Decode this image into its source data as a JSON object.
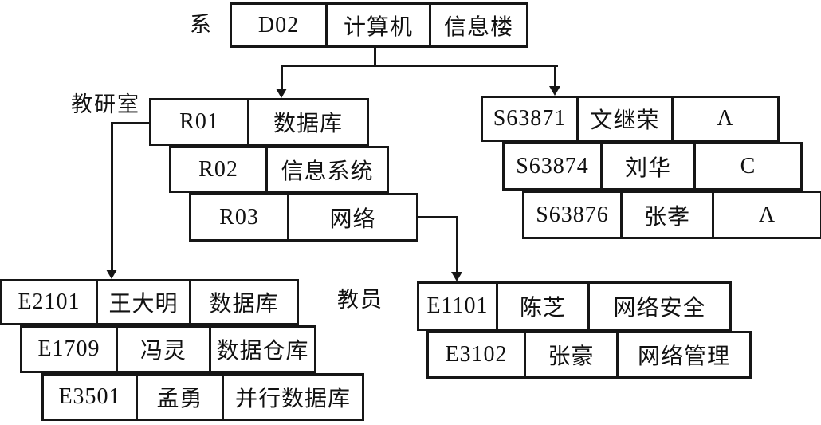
{
  "labels": {
    "department": "系",
    "office": "教研室",
    "teacher": "教员"
  },
  "department": {
    "id": "D02",
    "name": "计算机",
    "location": "信息楼"
  },
  "offices": [
    {
      "id": "R01",
      "name": "数据库"
    },
    {
      "id": "R02",
      "name": "信息系统"
    },
    {
      "id": "R03",
      "name": "网络"
    }
  ],
  "students": [
    {
      "id": "S63871",
      "name": "文继荣",
      "grade": "Λ"
    },
    {
      "id": "S63874",
      "name": "刘华",
      "grade": "C"
    },
    {
      "id": "S63876",
      "name": "张孝",
      "grade": "Λ"
    }
  ],
  "teachers_left": [
    {
      "id": "E2101",
      "name": "王大明",
      "course": "数据库"
    },
    {
      "id": "E1709",
      "name": "冯灵",
      "course": "数据仓库"
    },
    {
      "id": "E3501",
      "name": "孟勇",
      "course": "并行数据库"
    }
  ],
  "teachers_right": [
    {
      "id": "E1101",
      "name": "陈芝",
      "course": "网络安全"
    },
    {
      "id": "E3102",
      "name": "张豪",
      "course": "网络管理"
    }
  ],
  "colors": {
    "line": "#161616",
    "background": "#ffffff"
  }
}
